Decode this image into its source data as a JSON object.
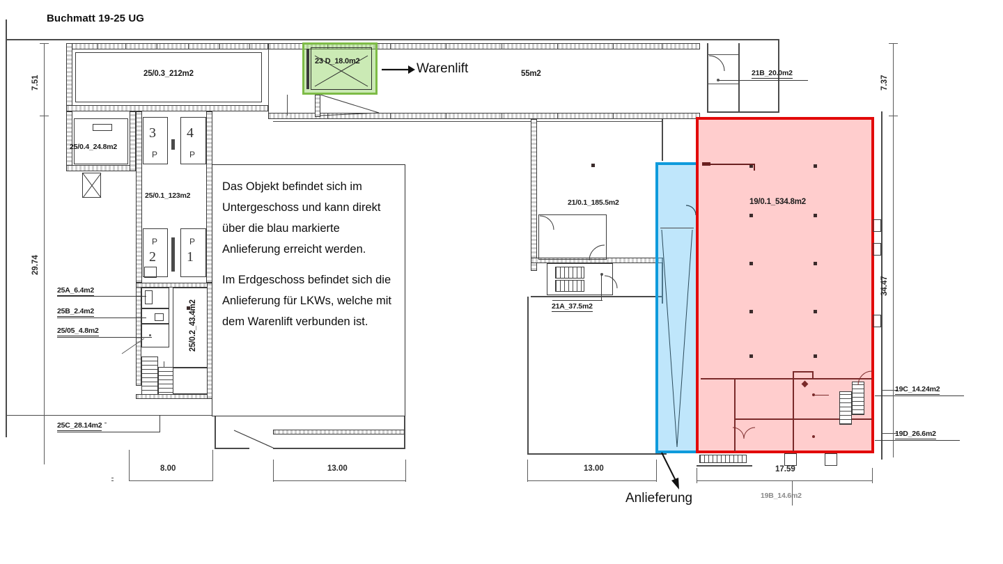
{
  "plan": {
    "title": "Buchmatt 19-25 UG"
  },
  "annotations": {
    "warenlift": "Warenlift",
    "anlieferung": "Anlieferung"
  },
  "callout": {
    "paragraph1": "Das Objekt befindet sich im Untergeschoss und kann direkt über die blau markierte Anlieferung erreicht werden.",
    "paragraph2": "Im Erdgeschoss befindet sich die Anlieferung für LKWs, welche mit dem Warenlift verbunden ist."
  },
  "rooms": [
    {
      "id": "r_25_0_3",
      "label": "25/0.3_212m2"
    },
    {
      "id": "r_25_0_4",
      "label": "25/0.4_24.8m2"
    },
    {
      "id": "r_25_0_1",
      "label": "25/0.1_123m2"
    },
    {
      "id": "r_25_0_2",
      "label": "25/0.2_43.4m2"
    },
    {
      "id": "r_25a",
      "label": "25A_6.4m2"
    },
    {
      "id": "r_25b",
      "label": "25B_2.4m2"
    },
    {
      "id": "r_25_05",
      "label": "25/05_4.8m2"
    },
    {
      "id": "r_25c",
      "label": "25C_28.14m2"
    },
    {
      "id": "r_23d",
      "label": "23 D_18.0m2"
    },
    {
      "id": "r_55",
      "label": "55m2"
    },
    {
      "id": "r_21b",
      "label": "21B_20.0m2"
    },
    {
      "id": "r_21_0_1",
      "label": "21/0.1_185.5m2"
    },
    {
      "id": "r_21a",
      "label": "21A_37.5m2"
    },
    {
      "id": "r_19_0_1",
      "label": "19/0.1_534.8m2"
    },
    {
      "id": "r_19c",
      "label": "19C_14.24m2"
    },
    {
      "id": "r_19d",
      "label": "19D_26.6m2"
    },
    {
      "id": "r_19b",
      "label": "19B_14.6m2"
    }
  ],
  "dimensions": {
    "left_upper": "7.51",
    "left_lower": "29.74",
    "right_upper": "7.37",
    "right_lower": "34.47",
    "bottom_left": "8.00",
    "bottom_mid": "13.00",
    "bottom_right_mid": "13.00",
    "bottom_right": "17.59"
  },
  "parking": [
    {
      "number": "3",
      "tag": "P"
    },
    {
      "number": "4",
      "tag": "P"
    },
    {
      "number": "2",
      "tag": "P"
    },
    {
      "number": "1",
      "tag": "P"
    }
  ],
  "colors": {
    "highlight_red_fill": "#ffb3b3",
    "highlight_red_stroke": "#e20a0a",
    "highlight_blue_fill": "#b3e4f7",
    "highlight_blue_stroke": "#0f9bdc",
    "highlight_green_fill": "#b6dd8f",
    "highlight_green_stroke": "#7dbb46",
    "ink": "#1b1b1b"
  }
}
